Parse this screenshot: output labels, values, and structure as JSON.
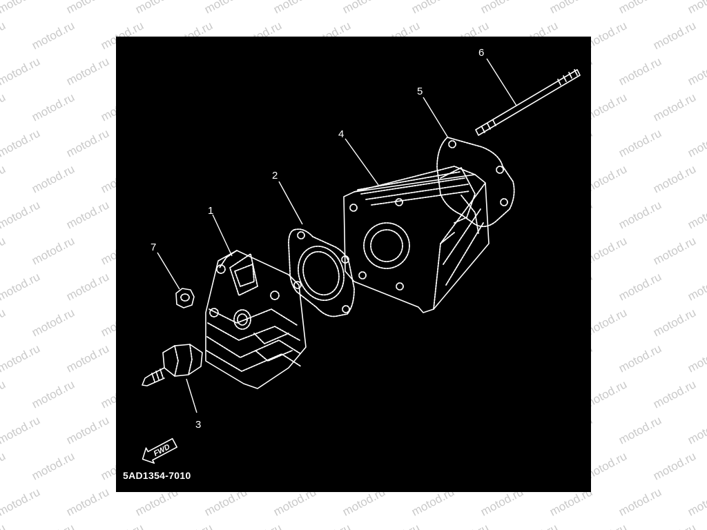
{
  "watermark": {
    "text": "motod.ru",
    "color": "#c9c9c9"
  },
  "diagram": {
    "background": "#000000",
    "line_color": "#ffffff",
    "drawing_code": "5AD1354-7010",
    "fwd_label": "FWD",
    "callouts": [
      {
        "id": "1",
        "label": "1"
      },
      {
        "id": "2",
        "label": "2"
      },
      {
        "id": "3",
        "label": "3"
      },
      {
        "id": "4",
        "label": "4"
      },
      {
        "id": "5",
        "label": "5"
      },
      {
        "id": "6",
        "label": "6"
      },
      {
        "id": "7",
        "label": "7"
      }
    ]
  }
}
